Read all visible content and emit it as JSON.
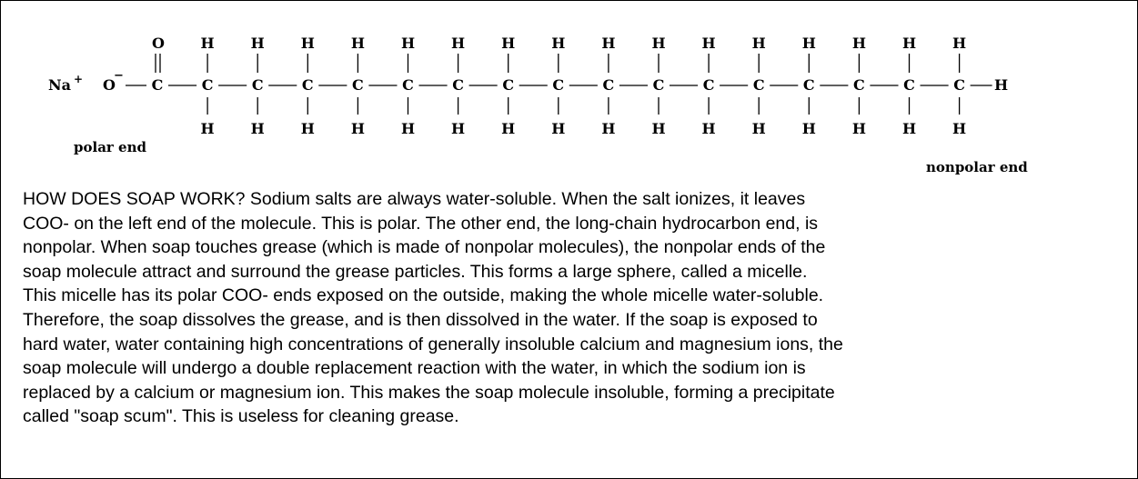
{
  "molecule": {
    "cation": "Na",
    "cation_charge": "+",
    "anion_oxygen": "O",
    "anion_charge": "−",
    "carbonyl_oxygen": "O",
    "carbon_symbol": "C",
    "hydrogen_symbol": "H",
    "carbon_count": 17,
    "polar_label": "polar end",
    "nonpolar_label": "nonpolar end"
  },
  "description": {
    "lines": [
      "HOW DOES SOAP WORK?  Sodium salts are always water-soluble.  When the salt ionizes, it leaves",
      "COO- on the left end of the molecule.  This is polar.  The other end, the long-chain hydrocarbon end, is",
      "nonpolar.  When soap touches grease (which is made of nonpolar molecules), the nonpolar ends of the",
      "soap molecule attract and surround the grease particles.  This forms a large sphere, called a micelle.",
      "This micelle has its polar COO- ends exposed on the outside, making the whole micelle water-soluble.",
      "Therefore, the soap dissolves the grease, and is then dissolved in the water.  If the soap is exposed to",
      "hard water, water containing high concentrations of generally insoluble calcium and magnesium ions, the",
      "soap molecule will undergo a double replacement reaction with the water, in which the sodium ion is",
      "replaced by a calcium or magnesium ion.  This makes the soap molecule insoluble, forming a precipitate",
      "called \"soap scum\".  This is useless for cleaning grease."
    ]
  }
}
